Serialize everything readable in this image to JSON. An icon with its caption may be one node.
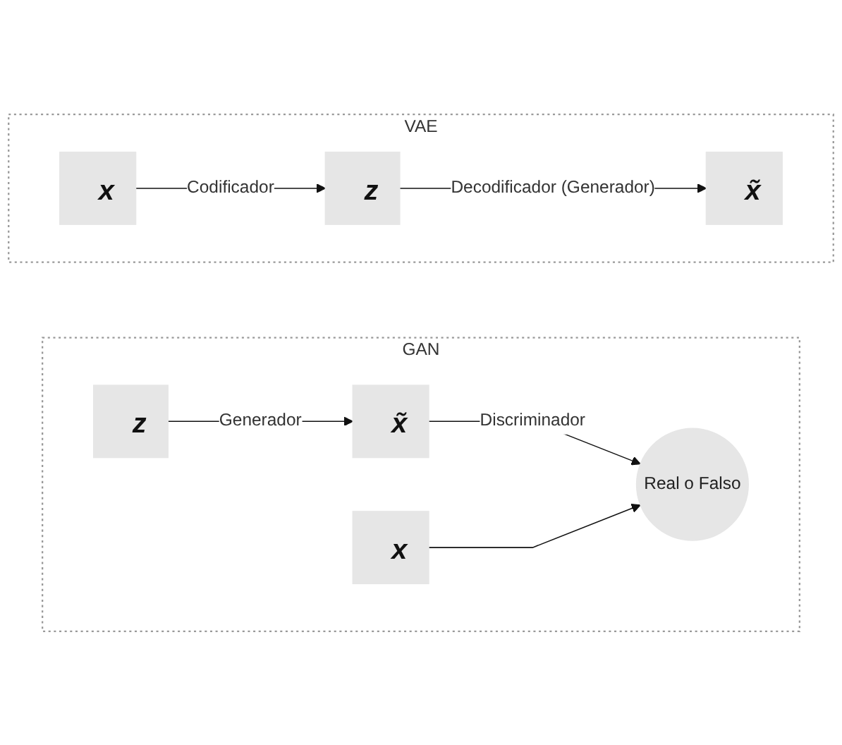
{
  "diagram": {
    "nodes": [
      {
        "text": [
          "VAE"
        ]
      },
      {
        "text": [
          "x"
        ],
        "in": 0
      },
      {
        "text": [
          "z"
        ],
        "in": 0
      },
      {
        "text": [
          "x̃"
        ],
        "in": 0
      },
      {
        "text": [
          "GAN"
        ]
      },
      {
        "text": [
          "z"
        ],
        "in": 4
      },
      {
        "text": [
          "x̃"
        ],
        "in": 4
      },
      {
        "text": [
          "x"
        ],
        "in": 4
      },
      {
        "text": [
          "Real o Falso"
        ],
        "in": 4
      }
    ],
    "edges": [
      {
        "from": 1,
        "to": 2,
        "arrow": "to",
        "label": "Codificador"
      },
      {
        "from": 2,
        "to": 3,
        "arrow": "to",
        "label": "Decodificador (Generador)"
      },
      {
        "from": 5,
        "to": 6,
        "arrow": "to",
        "label": "Generador"
      },
      {
        "from": 6,
        "to": 8,
        "arrow": "to",
        "label": "Discriminador"
      },
      {
        "from": 7,
        "to": 8,
        "arrow": "to"
      }
    ]
  }
}
